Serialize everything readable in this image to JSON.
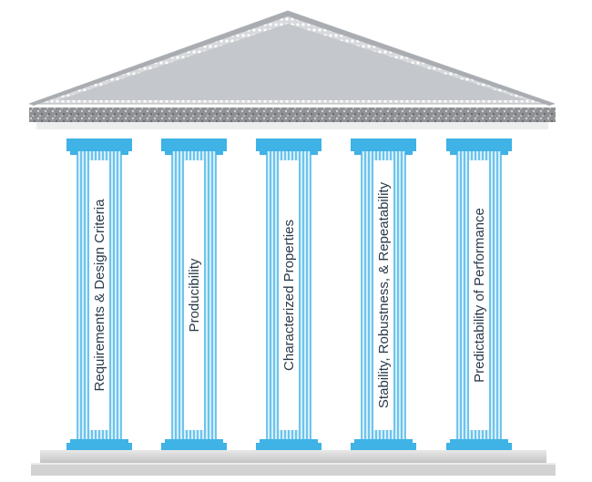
{
  "pillars": [
    {
      "label": "Requirements & Design Criteria"
    },
    {
      "label": "Producibility"
    },
    {
      "label": "Characterized Properties"
    },
    {
      "label": "Stability, Robustness, & Repeatability"
    },
    {
      "label": "Predictability of Performance"
    }
  ],
  "colors": {
    "pillar_blue": "#3fb2e6",
    "pillar_light": "#d4eefb",
    "roof_fill": "#bfc2c6",
    "roof_border": "#9ea3a8",
    "cornice": "#9a9c9f",
    "base": "#d9d9d9",
    "text": "#2a3a4a"
  }
}
